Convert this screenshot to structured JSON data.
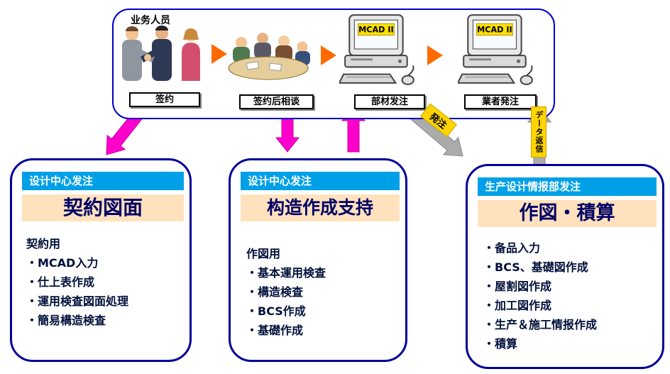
{
  "top_flow": {
    "group_label": "业务人员",
    "steps": [
      {
        "caption": "签约"
      },
      {
        "caption": "签约后相谈"
      },
      {
        "caption": "部材发注",
        "screen_label": "MCAD II"
      },
      {
        "caption": "業者発注",
        "screen_label": "MCAD II"
      }
    ]
  },
  "flow_arrows": {
    "order_label": "発注",
    "data_return_label": "データ返信"
  },
  "cards": [
    {
      "header": "设计中心发注",
      "title": "契約図面",
      "intro": "契約用",
      "items": [
        "・MCAD入力",
        "・仕上表作成",
        "・運用検査図面処理",
        "・簡易構造検査"
      ]
    },
    {
      "header": "设计中心发注",
      "title": "构造作成支持",
      "intro": "作図用",
      "items": [
        "・基本運用検査",
        "・構造検査",
        "・BCS作成",
        "・基礎作成"
      ]
    },
    {
      "header": "生产设计情报部发注",
      "title": "作図・積算",
      "intro": "",
      "items": [
        "・备品入力",
        "・BCS、基礎図作成",
        "・屋割図作成",
        "・加工図作成",
        "・生产＆施工情报作成",
        "・積算"
      ]
    }
  ],
  "colors": {
    "accent_blue": "#00A0E8",
    "banner_peach": "#FFE2BD",
    "border_navy": "#000099",
    "magenta_arrow": "#FF00CC",
    "gray_arrow": "#ABABAB",
    "yellow_label": "#FFD400",
    "orange_triangle": "#FF6A00"
  }
}
